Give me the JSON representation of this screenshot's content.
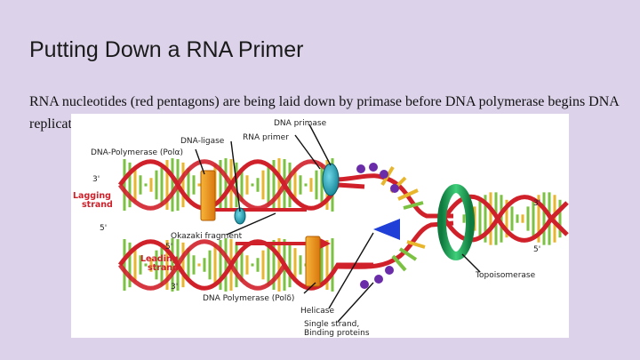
{
  "slide": {
    "title": "Putting Down a RNA Primer",
    "body": "RNA nucleotides (red pentagons) are being laid down by primase before DNA polymerase begins DNA replication."
  },
  "diagram": {
    "labels": {
      "dna_primase": "DNA primase",
      "rna_primer": "RNA primer",
      "dna_ligase": "DNA-ligase",
      "dna_polymerase_alpha": "DNA-Polymerase (Polα)",
      "lagging_strand": "Lagging strand",
      "okazaki_fragment": "Okazaki fragment",
      "leading_strand": "Leading strand",
      "dna_polymerase_delta": "DNA Polymerase (Polδ)",
      "helicase": "Helicase",
      "single_strand_binding_proteins": "Single strand Binding proteins",
      "topoisomerase": "Topoisomerase"
    },
    "end_labels": {
      "lagging_top_3": "3'",
      "lagging_bottom_5": "5'",
      "leading_top_5": "5'",
      "leading_bottom_3": "3'",
      "right_top_3": "3'",
      "right_bottom_5": "5'"
    },
    "colors": {
      "backbone": "#d0202a",
      "base_green": "#7cc242",
      "base_yellow": "#e8b62c",
      "polymerase": "#f39c12",
      "primase": "#1aa3b8",
      "topoisomerase": "#1fa65a",
      "helicase": "#1f3fd6",
      "ssb": "#6a2ca8",
      "label_red": "#d0202a"
    }
  }
}
